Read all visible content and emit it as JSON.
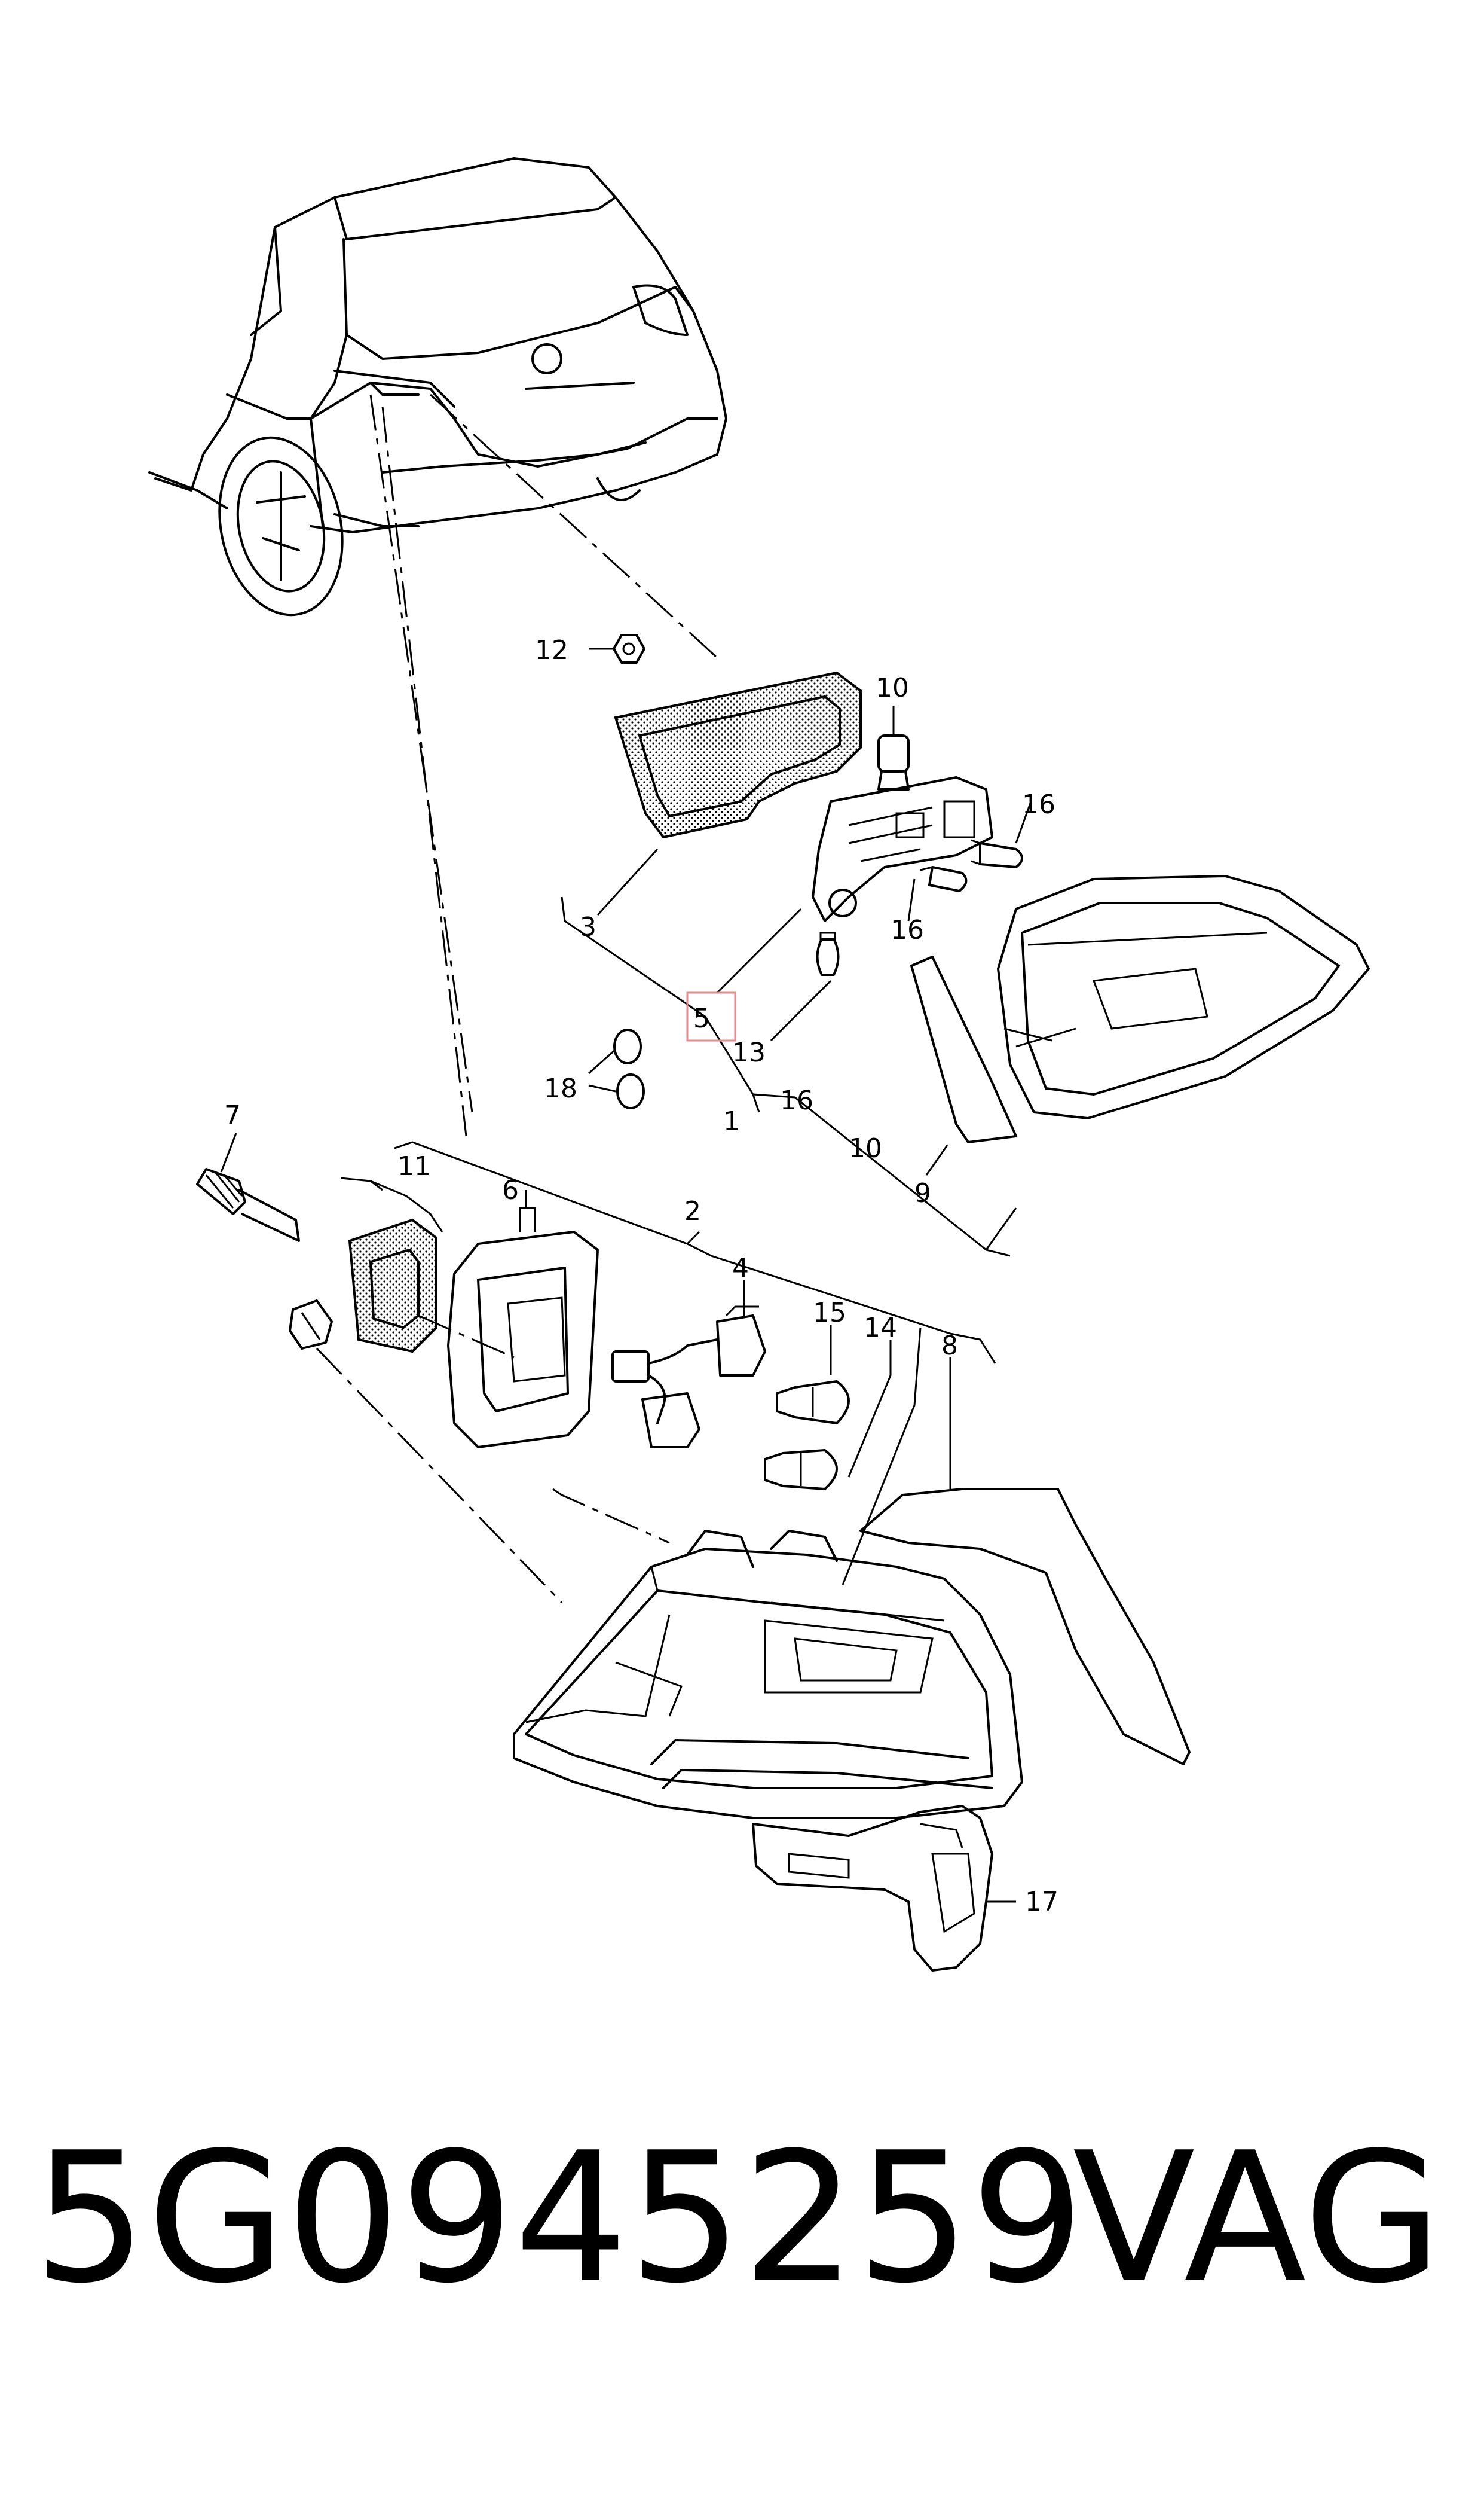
{
  "callouts": {
    "c1": "1",
    "c2": "2",
    "c3": "3",
    "c4": "4",
    "c5": "5",
    "c6": "6",
    "c7": "7",
    "c8": "8",
    "c9": "9",
    "c10a": "10",
    "c10b": "10",
    "c11": "11",
    "c12": "12",
    "c13": "13",
    "c14": "14",
    "c15": "15",
    "c16a": "16",
    "c16b": "16",
    "c16c": "16",
    "c17": "17",
    "c18": "18"
  },
  "highlight": {
    "part": "5",
    "color": "#e8898f"
  },
  "footer": {
    "part_number": "5G0945259",
    "brand": "VAG"
  }
}
